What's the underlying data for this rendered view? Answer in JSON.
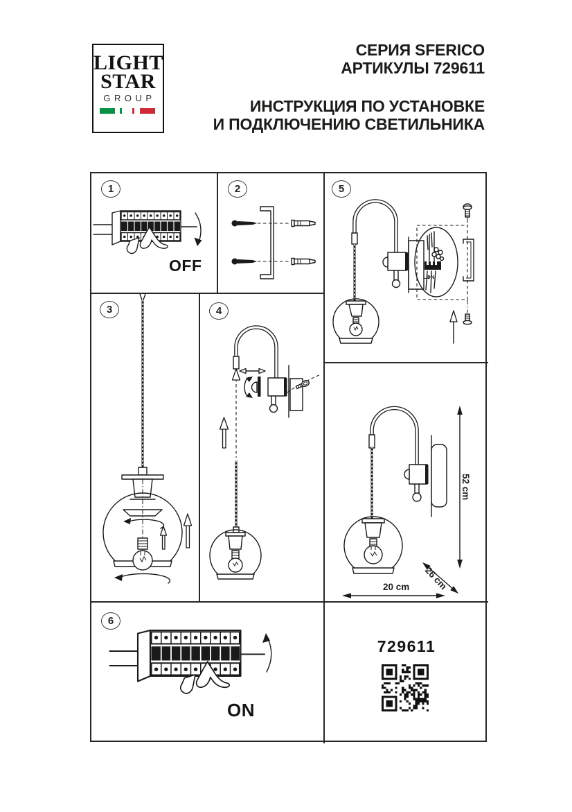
{
  "header": {
    "series": "СЕРИЯ SFERICO",
    "articles": "АРТИКУЛЫ 729611",
    "instruction_line1": "ИНСТРУКЦИЯ ПО УСТАНОВКЕ",
    "instruction_line2": "И ПОДКЛЮЧЕНИЮ СВЕТИЛЬНИКА"
  },
  "logo": {
    "line1": "LIGHT",
    "line2": "STAR",
    "line3": "GROUP",
    "flag_green": "#069144",
    "flag_red": "#ce2b37"
  },
  "panels": {
    "p1": {
      "number": "1",
      "label": "OFF"
    },
    "p2": {
      "number": "2"
    },
    "p3": {
      "number": "3"
    },
    "p4": {
      "number": "4"
    },
    "p5": {
      "number": "5",
      "terminal_label": "L⊕N"
    },
    "p6": {
      "number": "6",
      "label": "ON"
    },
    "dimensions": {
      "height": "52 cm",
      "depth": "26 cm",
      "width": "20 cm"
    },
    "article": {
      "number": "729611"
    }
  }
}
